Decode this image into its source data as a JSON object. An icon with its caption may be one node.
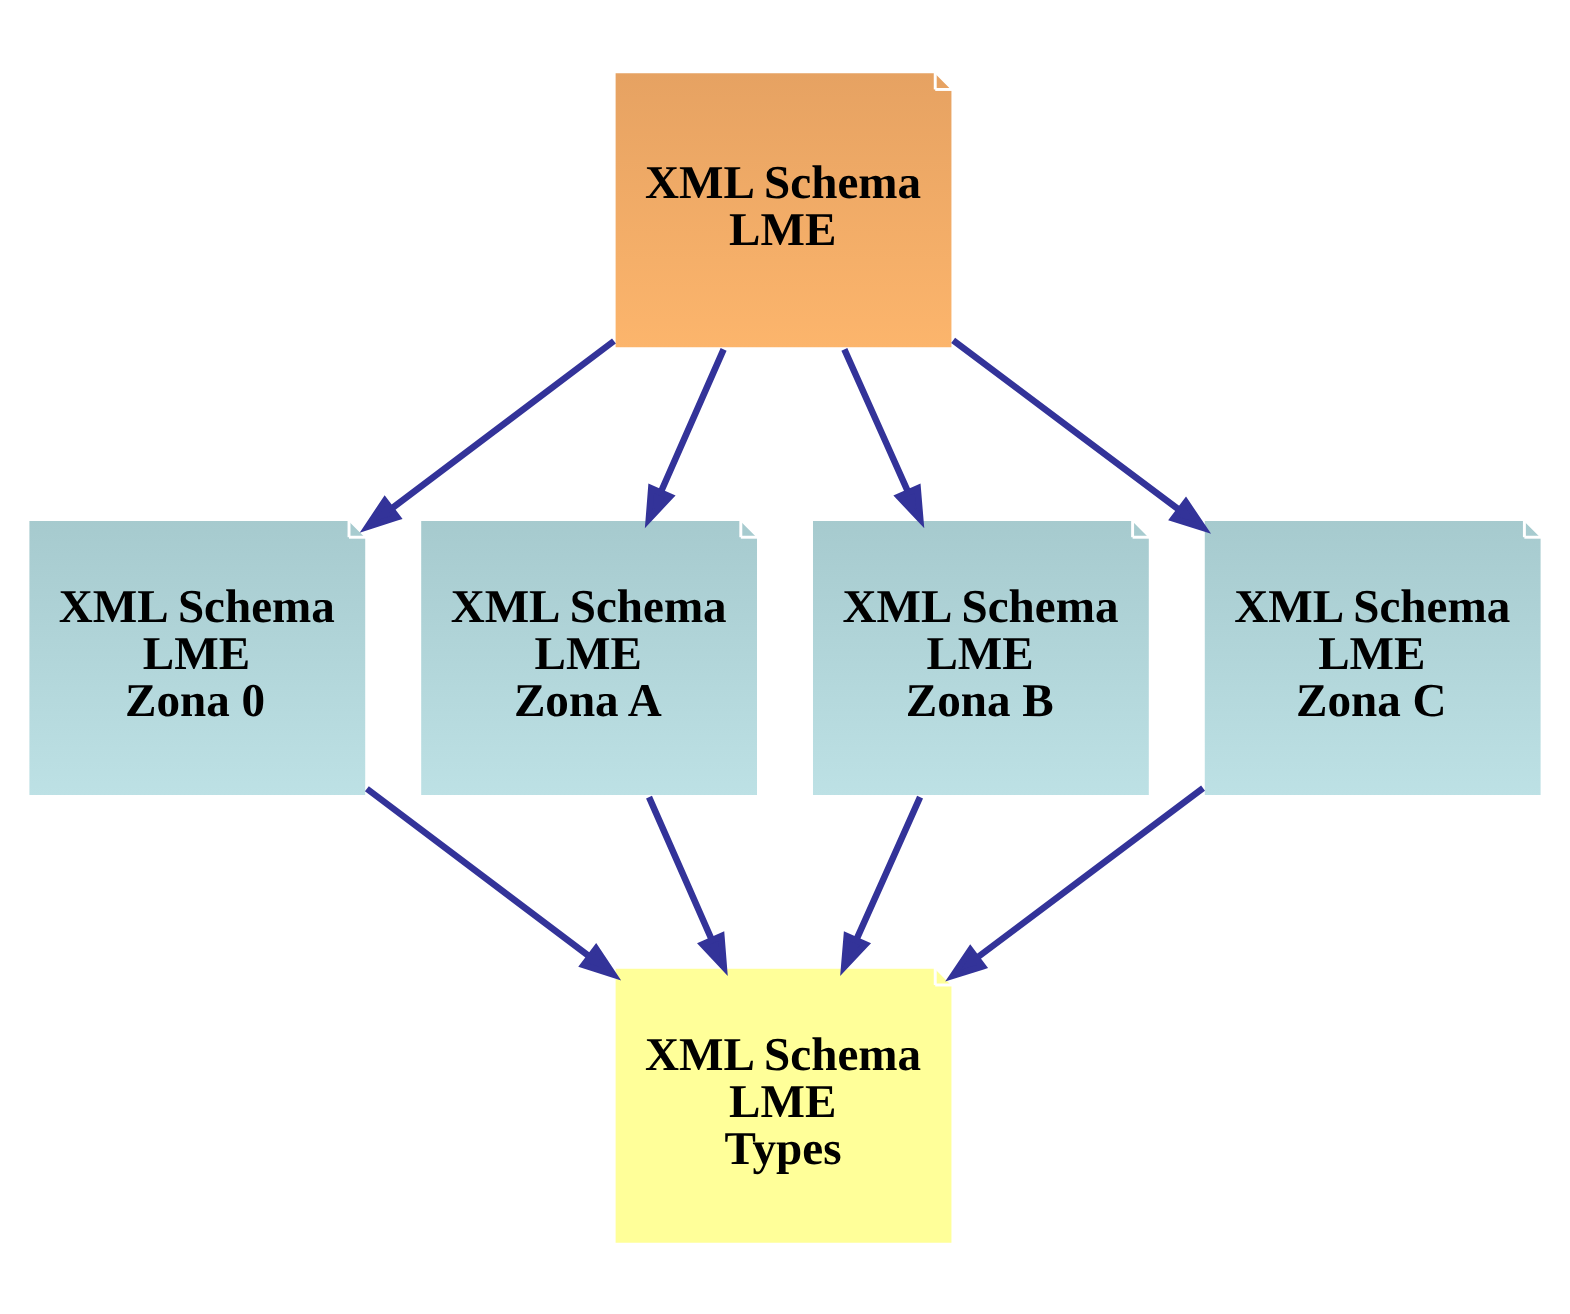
{
  "diagram": {
    "nodes": [
      {
        "text": [
          "XML Schema",
          "LME"
        ]
      },
      {
        "text": [
          "XML Schema",
          "LME",
          "Zona 0"
        ]
      },
      {
        "text": [
          "XML Schema",
          "LME",
          "Zona A"
        ]
      },
      {
        "text": [
          "XML Schema",
          "LME",
          "Zona B"
        ]
      },
      {
        "text": [
          "XML Schema",
          "LME",
          "Zona C"
        ]
      },
      {
        "text": [
          "XML Schema",
          "LME",
          "Types"
        ]
      }
    ],
    "edges": [
      {
        "from": 0,
        "to": 1,
        "arrow": "to"
      },
      {
        "from": 0,
        "to": 2,
        "arrow": "to"
      },
      {
        "from": 0,
        "to": 3,
        "arrow": "to"
      },
      {
        "from": 0,
        "to": 4,
        "arrow": "to"
      },
      {
        "from": 1,
        "to": 5,
        "arrow": "to"
      },
      {
        "from": 2,
        "to": 5,
        "arrow": "to"
      },
      {
        "from": 3,
        "to": 5,
        "arrow": "to"
      },
      {
        "from": 4,
        "to": 5,
        "arrow": "to"
      }
    ]
  }
}
